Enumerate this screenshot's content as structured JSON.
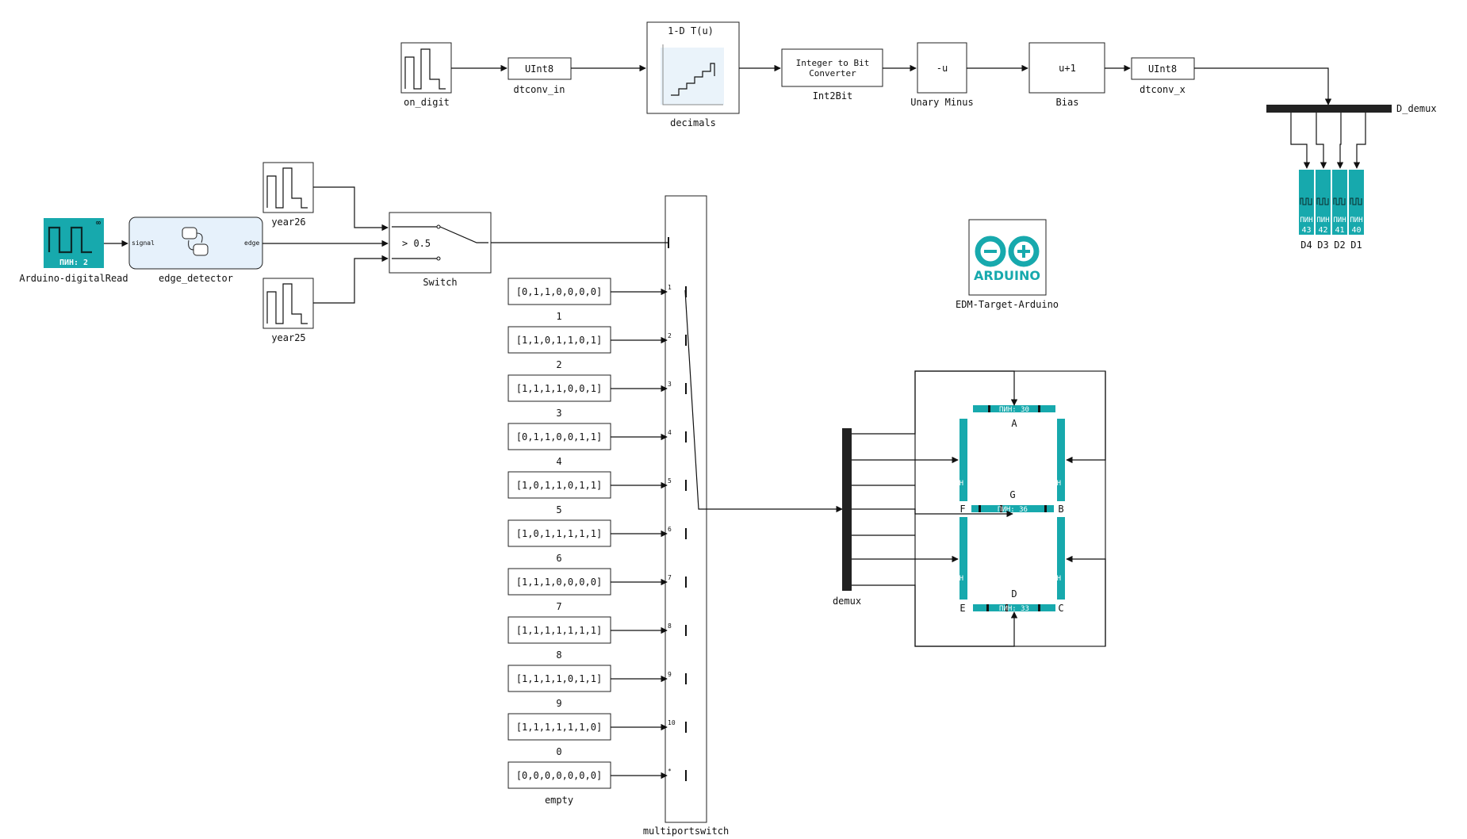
{
  "colors": {
    "teal": "#17a9ad",
    "chart_bg": "#eaf3fa",
    "line": "#111111"
  },
  "blocks": {
    "on_digit": "on_digit",
    "dtconv_in": {
      "name": "dtconv_in",
      "content": "UInt8"
    },
    "decimals": {
      "name": "decimals",
      "title": "1-D T(u)"
    },
    "int2bit": {
      "name": "Int2Bit",
      "content1": "Integer to Bit",
      "content2": "Converter"
    },
    "unary": {
      "name": "Unary Minus",
      "content": "-u"
    },
    "bias": {
      "name": "Bias",
      "content": "u+1"
    },
    "dtconv_x": {
      "name": "dtconv_x",
      "content": "UInt8"
    },
    "d_demux": "D_demux",
    "year26": "year26",
    "year25": "year25",
    "arduino_read": {
      "name": "Arduino-digitalRead",
      "pin": "ПИН: 2"
    },
    "edge_detector": {
      "name": "edge_detector",
      "in": "signal",
      "out": "edge"
    },
    "switch": {
      "name": "Switch",
      "threshold": "> 0.5"
    },
    "multiport": "multiportswitch",
    "demux": "demux",
    "edm": "EDM-Target-Arduino",
    "arduino_logo": "ARDUINO"
  },
  "constants": [
    {
      "value": "[0,1,1,0,0,0,0]",
      "label": "1",
      "port": "1"
    },
    {
      "value": "[1,1,0,1,1,0,1]",
      "label": "2",
      "port": "2"
    },
    {
      "value": "[1,1,1,1,0,0,1]",
      "label": "3",
      "port": "3"
    },
    {
      "value": "[0,1,1,0,0,1,1]",
      "label": "4",
      "port": "4"
    },
    {
      "value": "[1,0,1,1,0,1,1]",
      "label": "5",
      "port": "5"
    },
    {
      "value": "[1,0,1,1,1,1,1]",
      "label": "6",
      "port": "6"
    },
    {
      "value": "[1,1,1,0,0,0,0]",
      "label": "7",
      "port": "7"
    },
    {
      "value": "[1,1,1,1,1,1,1]",
      "label": "8",
      "port": "8"
    },
    {
      "value": "[1,1,1,1,0,1,1]",
      "label": "9",
      "port": "9"
    },
    {
      "value": "[1,1,1,1,1,1,0]",
      "label": "0",
      "port": "10"
    },
    {
      "value": "[0,0,0,0,0,0,0]",
      "label": "empty",
      "port": "*"
    }
  ],
  "digit_outputs": [
    {
      "label": "D4",
      "pin": "ПИН 43"
    },
    {
      "label": "D3",
      "pin": "ПИН 42"
    },
    {
      "label": "D2",
      "pin": "ПИН 41"
    },
    {
      "label": "D1",
      "pin": "ПИН 40"
    }
  ],
  "segments": {
    "A": {
      "label": "A",
      "pin": "ПИН: 30"
    },
    "G": {
      "label": "G",
      "pin": "ПИН: 36"
    },
    "D": {
      "label": "D",
      "pin": "ПИН: 33"
    },
    "F": {
      "label": "F",
      "pin": "ПИН 35"
    },
    "B": {
      "label": "B",
      "pin": "ПИН 31"
    },
    "E": {
      "label": "E",
      "pin": "ПИН 34"
    },
    "C": {
      "label": "C",
      "pin": "ПИН 32"
    }
  }
}
